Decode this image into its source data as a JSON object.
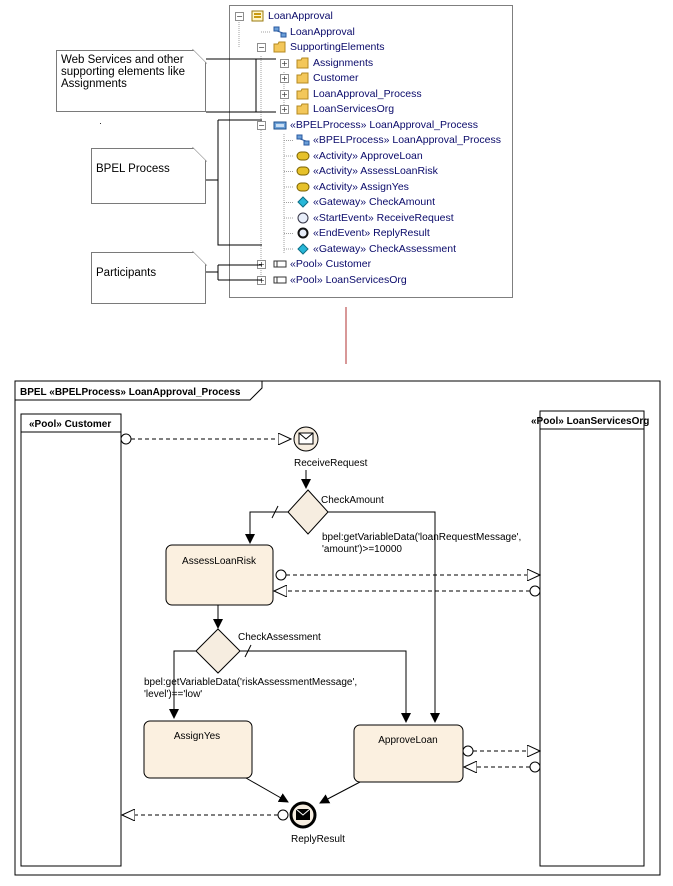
{
  "tree": {
    "items": [
      {
        "label": "LoanApproval",
        "icon": "package-icon",
        "level": 0,
        "expander": "minus"
      },
      {
        "label": "LoanApproval",
        "icon": "diagram-icon",
        "level": 1,
        "expander": ""
      },
      {
        "label": "SupportingElements",
        "icon": "folder-icon",
        "level": 1,
        "expander": "minus"
      },
      {
        "label": "Assignments",
        "icon": "folder-icon",
        "level": 2,
        "expander": "plus"
      },
      {
        "label": "Customer",
        "icon": "folder-icon",
        "level": 2,
        "expander": "plus"
      },
      {
        "label": "LoanApproval_Process",
        "icon": "folder-icon",
        "level": 2,
        "expander": "plus"
      },
      {
        "label": "LoanServicesOrg",
        "icon": "folder-icon",
        "level": 2,
        "expander": "plus"
      },
      {
        "label": "«BPELProcess» LoanApproval_Process",
        "icon": "bpel-process-icon",
        "level": 1,
        "expander": "minus"
      },
      {
        "label": "«BPELProcess» LoanApproval_Process",
        "icon": "diagram-icon",
        "level": 2,
        "expander": ""
      },
      {
        "label": "«Activity» ApproveLoan",
        "icon": "activity-icon",
        "level": 2,
        "expander": ""
      },
      {
        "label": "«Activity» AssessLoanRisk",
        "icon": "activity-icon",
        "level": 2,
        "expander": ""
      },
      {
        "label": "«Activity» AssignYes",
        "icon": "activity-icon",
        "level": 2,
        "expander": ""
      },
      {
        "label": "«Gateway» CheckAmount",
        "icon": "gateway-icon",
        "level": 2,
        "expander": ""
      },
      {
        "label": "«StartEvent» ReceiveRequest",
        "icon": "start-event-icon",
        "level": 2,
        "expander": ""
      },
      {
        "label": "«EndEvent» ReplyResult",
        "icon": "end-event-icon",
        "level": 2,
        "expander": ""
      },
      {
        "label": "«Gateway» CheckAssessment",
        "icon": "gateway-icon",
        "level": 2,
        "expander": ""
      },
      {
        "label": "«Pool» Customer",
        "icon": "pool-icon",
        "level": 1,
        "expander": "plus"
      },
      {
        "label": "«Pool» LoanServicesOrg",
        "icon": "pool-icon",
        "level": 1,
        "expander": "plus"
      }
    ]
  },
  "notes": {
    "web_services": "Web Services and other supporting elements like Assignments",
    "bpel_process": "BPEL Process",
    "participants": "Participants"
  },
  "diagram": {
    "frame_title": "BPEL «BPELProcess» LoanApproval_Process",
    "pool_customer": "«Pool» Customer",
    "pool_loanservices": "«Pool» LoanServicesOrg",
    "receive_request": "ReceiveRequest",
    "check_amount": "CheckAmount",
    "condition_amount_1": "bpel:getVariableData('loanRequestMessage',",
    "condition_amount_2": "'amount')>=10000",
    "assess_loan_risk": "AssessLoanRisk",
    "check_assessment": "CheckAssessment",
    "condition_risk_1": "bpel:getVariableData('riskAssessmentMessage',",
    "condition_risk_2": "'level')=='low'",
    "assign_yes": "AssignYes",
    "approve_loan": "ApproveLoan",
    "reply_result": "ReplyResult"
  },
  "colors": {
    "activity_fill": "#fbf0e0",
    "folder": "#f3c75a",
    "gateway_icon": "#27b7d8",
    "activity_icon": "#e6c12a",
    "connector_line": "#b03030"
  }
}
